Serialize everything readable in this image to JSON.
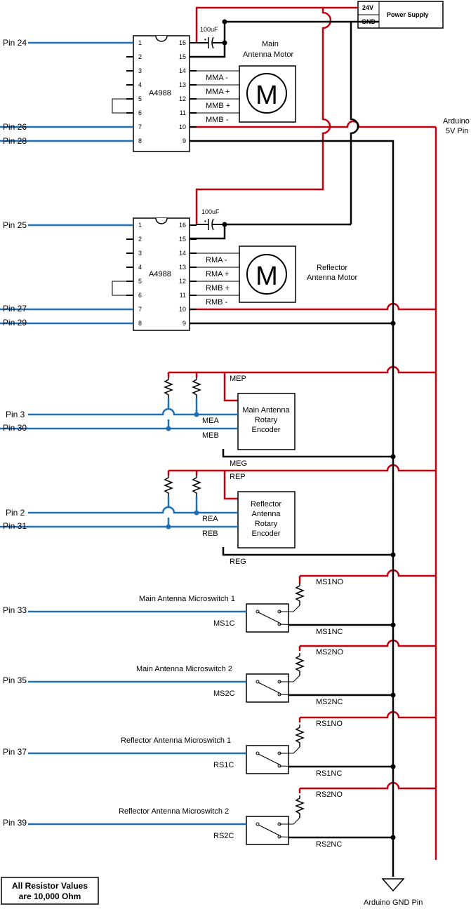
{
  "power_supply": {
    "title": "Power Supply",
    "v24": "24V",
    "gnd": "GND"
  },
  "arduino": {
    "five_v_line1": "Arduino",
    "five_v_line2": "5V Pin",
    "gnd_pin": "Arduino GND Pin"
  },
  "driver_main": {
    "chip": "A4988",
    "capacitor": "100uF",
    "motor_title_1": "Main",
    "motor_title_2": "Antenna Motor",
    "motor_symbol": "M",
    "coil_labels": [
      "MMA -",
      "MMA +",
      "MMB +",
      "MMB -"
    ],
    "pins": {
      "step": "Pin 24",
      "sleep": "Pin 26",
      "dir": "Pin 28"
    }
  },
  "driver_reflector": {
    "chip": "A4988",
    "capacitor": "100uF",
    "motor_title_1": "Reflector",
    "motor_title_2": "Antenna Motor",
    "motor_symbol": "M",
    "coil_labels": [
      "RMA -",
      "RMA +",
      "RMB +",
      "RMB -"
    ],
    "pins": {
      "step": "Pin 25",
      "sleep": "Pin 27",
      "dir": "Pin 29"
    }
  },
  "chip_pin_numbers": {
    "left": [
      "1",
      "2",
      "3",
      "4",
      "5",
      "6",
      "7",
      "8"
    ],
    "right": [
      "16",
      "15",
      "14",
      "13",
      "12",
      "11",
      "10",
      "9"
    ]
  },
  "encoder_main": {
    "lines": [
      "Main Antenna",
      "Rotary",
      "Encoder"
    ],
    "labels": {
      "power": "MEP",
      "a": "MEA",
      "b": "MEB",
      "ground": "MEG"
    },
    "pins": {
      "a": "Pin 3",
      "b": "Pin 30"
    }
  },
  "encoder_reflector": {
    "lines": [
      "Reflector",
      "Antenna",
      "Rotary",
      "Encoder"
    ],
    "labels": {
      "power": "REP",
      "a": "REA",
      "b": "REB",
      "ground": "REG"
    },
    "pins": {
      "a": "Pin 2",
      "b": "Pin 31"
    }
  },
  "switches": [
    {
      "title": "Main Antenna Microswitch 1",
      "pin": "Pin 33",
      "common": "MS1C",
      "no": "MS1NO",
      "nc": "MS1NC"
    },
    {
      "title": "Main Antenna Microswitch 2",
      "pin": "Pin 35",
      "common": "MS2C",
      "no": "MS2NO",
      "nc": "MS2NC"
    },
    {
      "title": "Reflector Antenna Microswitch 1",
      "pin": "Pin 37",
      "common": "RS1C",
      "no": "RS1NO",
      "nc": "RS1NC"
    },
    {
      "title": "Reflector Antenna Microswitch 2",
      "pin": "Pin 39",
      "common": "RS2C",
      "no": "RS2NO",
      "nc": "RS2NC"
    }
  ],
  "note": {
    "line1": "All Resistor Values",
    "line2": "are 10,000 Ohm"
  },
  "colors": {
    "power": "#c0000c",
    "ground": "#000000",
    "signal": "#1f6fb3"
  }
}
